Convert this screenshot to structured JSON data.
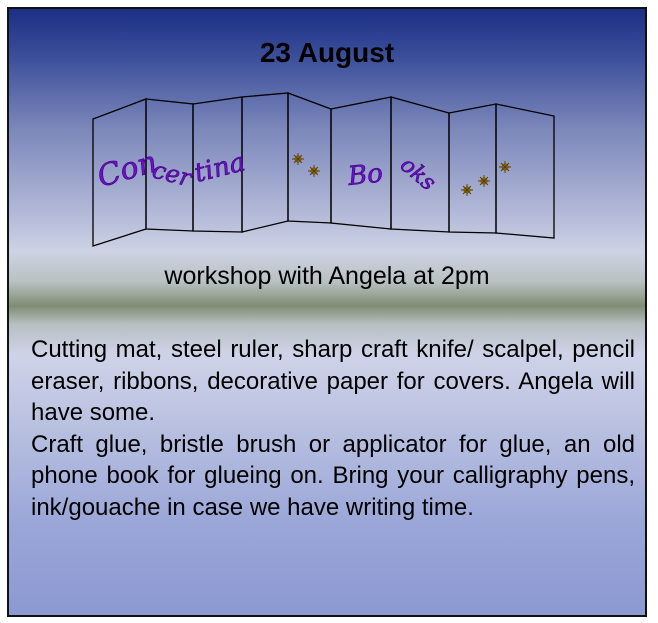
{
  "date": "23 August",
  "art_title": {
    "parts": [
      "Con",
      "cer",
      "tina",
      "Bo",
      "oks"
    ]
  },
  "subtitle": "workshop with Angela at 2pm",
  "body": {
    "lines": [
      "Cutting mat, steel ruler, sharp craft knife/ scalpel, pencil eraser, ribbons, decorative paper for covers. Angela  will have some.",
      "Craft glue, bristle brush or applicator for glue, an old phone book for glueing on. Bring your calligraphy pens, ink/gouache in case we have writing time."
    ]
  },
  "colors": {
    "lettering": "#6b0fd0",
    "stars": "#c59a1c",
    "border": "#111111"
  }
}
